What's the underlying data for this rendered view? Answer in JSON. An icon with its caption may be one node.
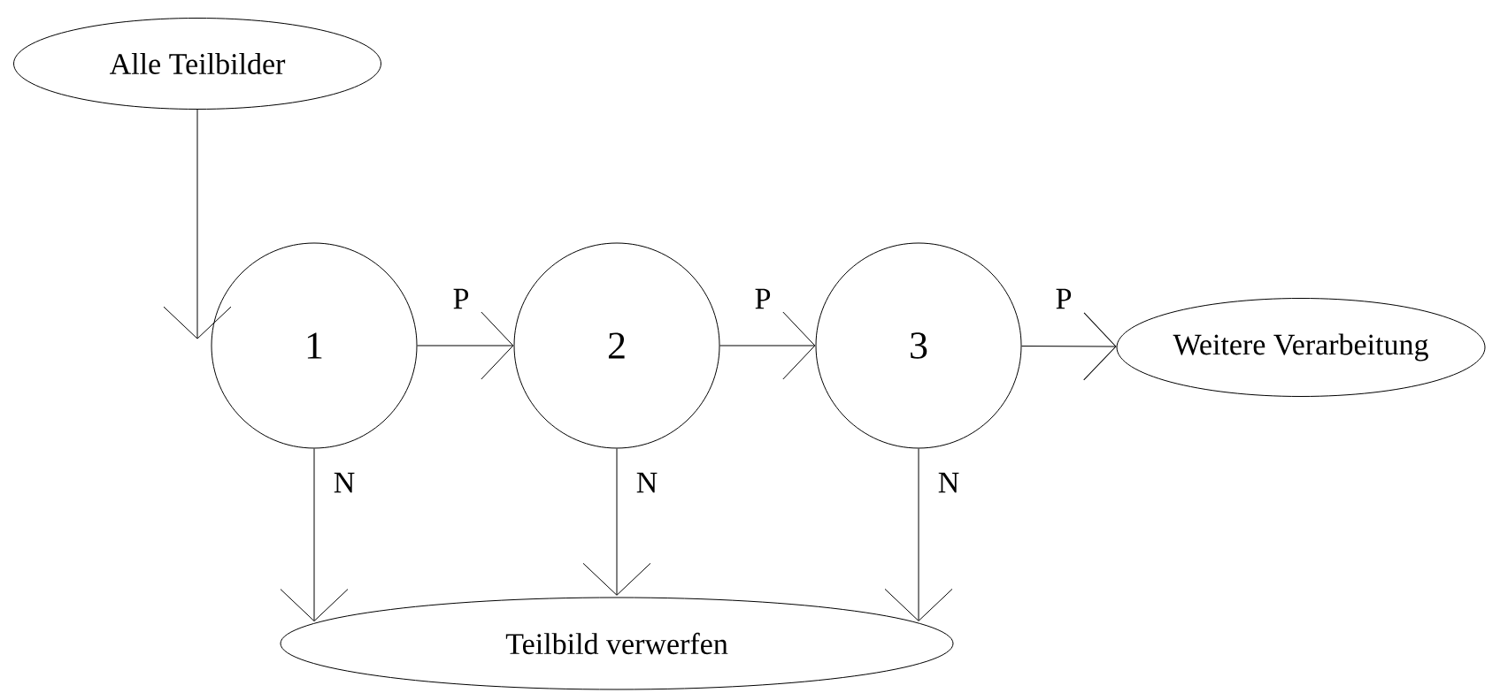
{
  "diagram": {
    "nodes": [
      {
        "text": [
          "Alle Teilbilder"
        ]
      },
      {
        "text": [
          "1"
        ]
      },
      {
        "text": [
          "2"
        ]
      },
      {
        "text": [
          "3"
        ]
      },
      {
        "text": [
          "Weitere Verarbeitung"
        ]
      },
      {
        "text": [
          "Teilbild verwerfen"
        ]
      }
    ],
    "edges": [
      {
        "from": 0,
        "to": 1,
        "arrow": "to"
      },
      {
        "from": 1,
        "to": 2,
        "arrow": "to",
        "label": "P"
      },
      {
        "from": 2,
        "to": 3,
        "arrow": "to",
        "label": "P"
      },
      {
        "from": 3,
        "to": 4,
        "arrow": "to",
        "label": "P"
      },
      {
        "from": 1,
        "to": 5,
        "arrow": "to",
        "label": "N"
      },
      {
        "from": 2,
        "to": 5,
        "arrow": "to",
        "label": "N"
      },
      {
        "from": 3,
        "to": 5,
        "arrow": "to",
        "label": "N"
      }
    ]
  }
}
